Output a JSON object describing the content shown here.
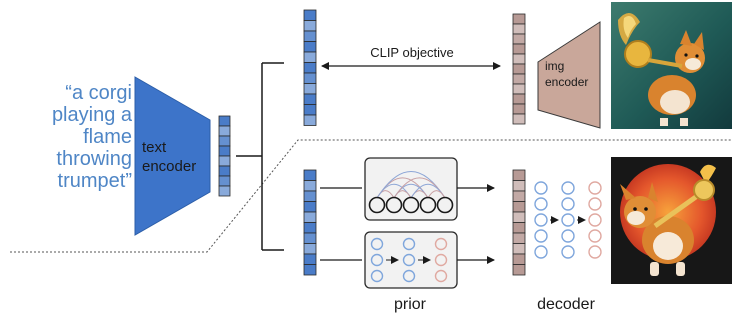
{
  "prompt_lines": [
    "“a corgi",
    "playing a",
    "flame",
    "throwing",
    "trumpet”"
  ],
  "labels": {
    "text_encoder": [
      "text",
      "encoder"
    ],
    "img_encoder": [
      "img",
      "encoder"
    ],
    "clip_objective": "CLIP objective",
    "prior": "prior",
    "decoder": "decoder"
  },
  "colors": {
    "prompt_text": "#4f86c6",
    "text_encoder_fill": "#3d74c9",
    "img_encoder_fill": "#c9a79a",
    "text_embedding": "#4a7cc8",
    "image_embedding": "#b79a95",
    "prior_node": "#7fa6dc",
    "decoder_node_blue": "#7fa6dc",
    "decoder_node_pink": "#e0a9a1",
    "arc_colors": [
      "#8da6d6",
      "#c8a0a4"
    ]
  },
  "icons": {
    "top_image": "corgi-trumpet-photo-icon",
    "bottom_image": "corgi-trumpet-generated-icon"
  }
}
